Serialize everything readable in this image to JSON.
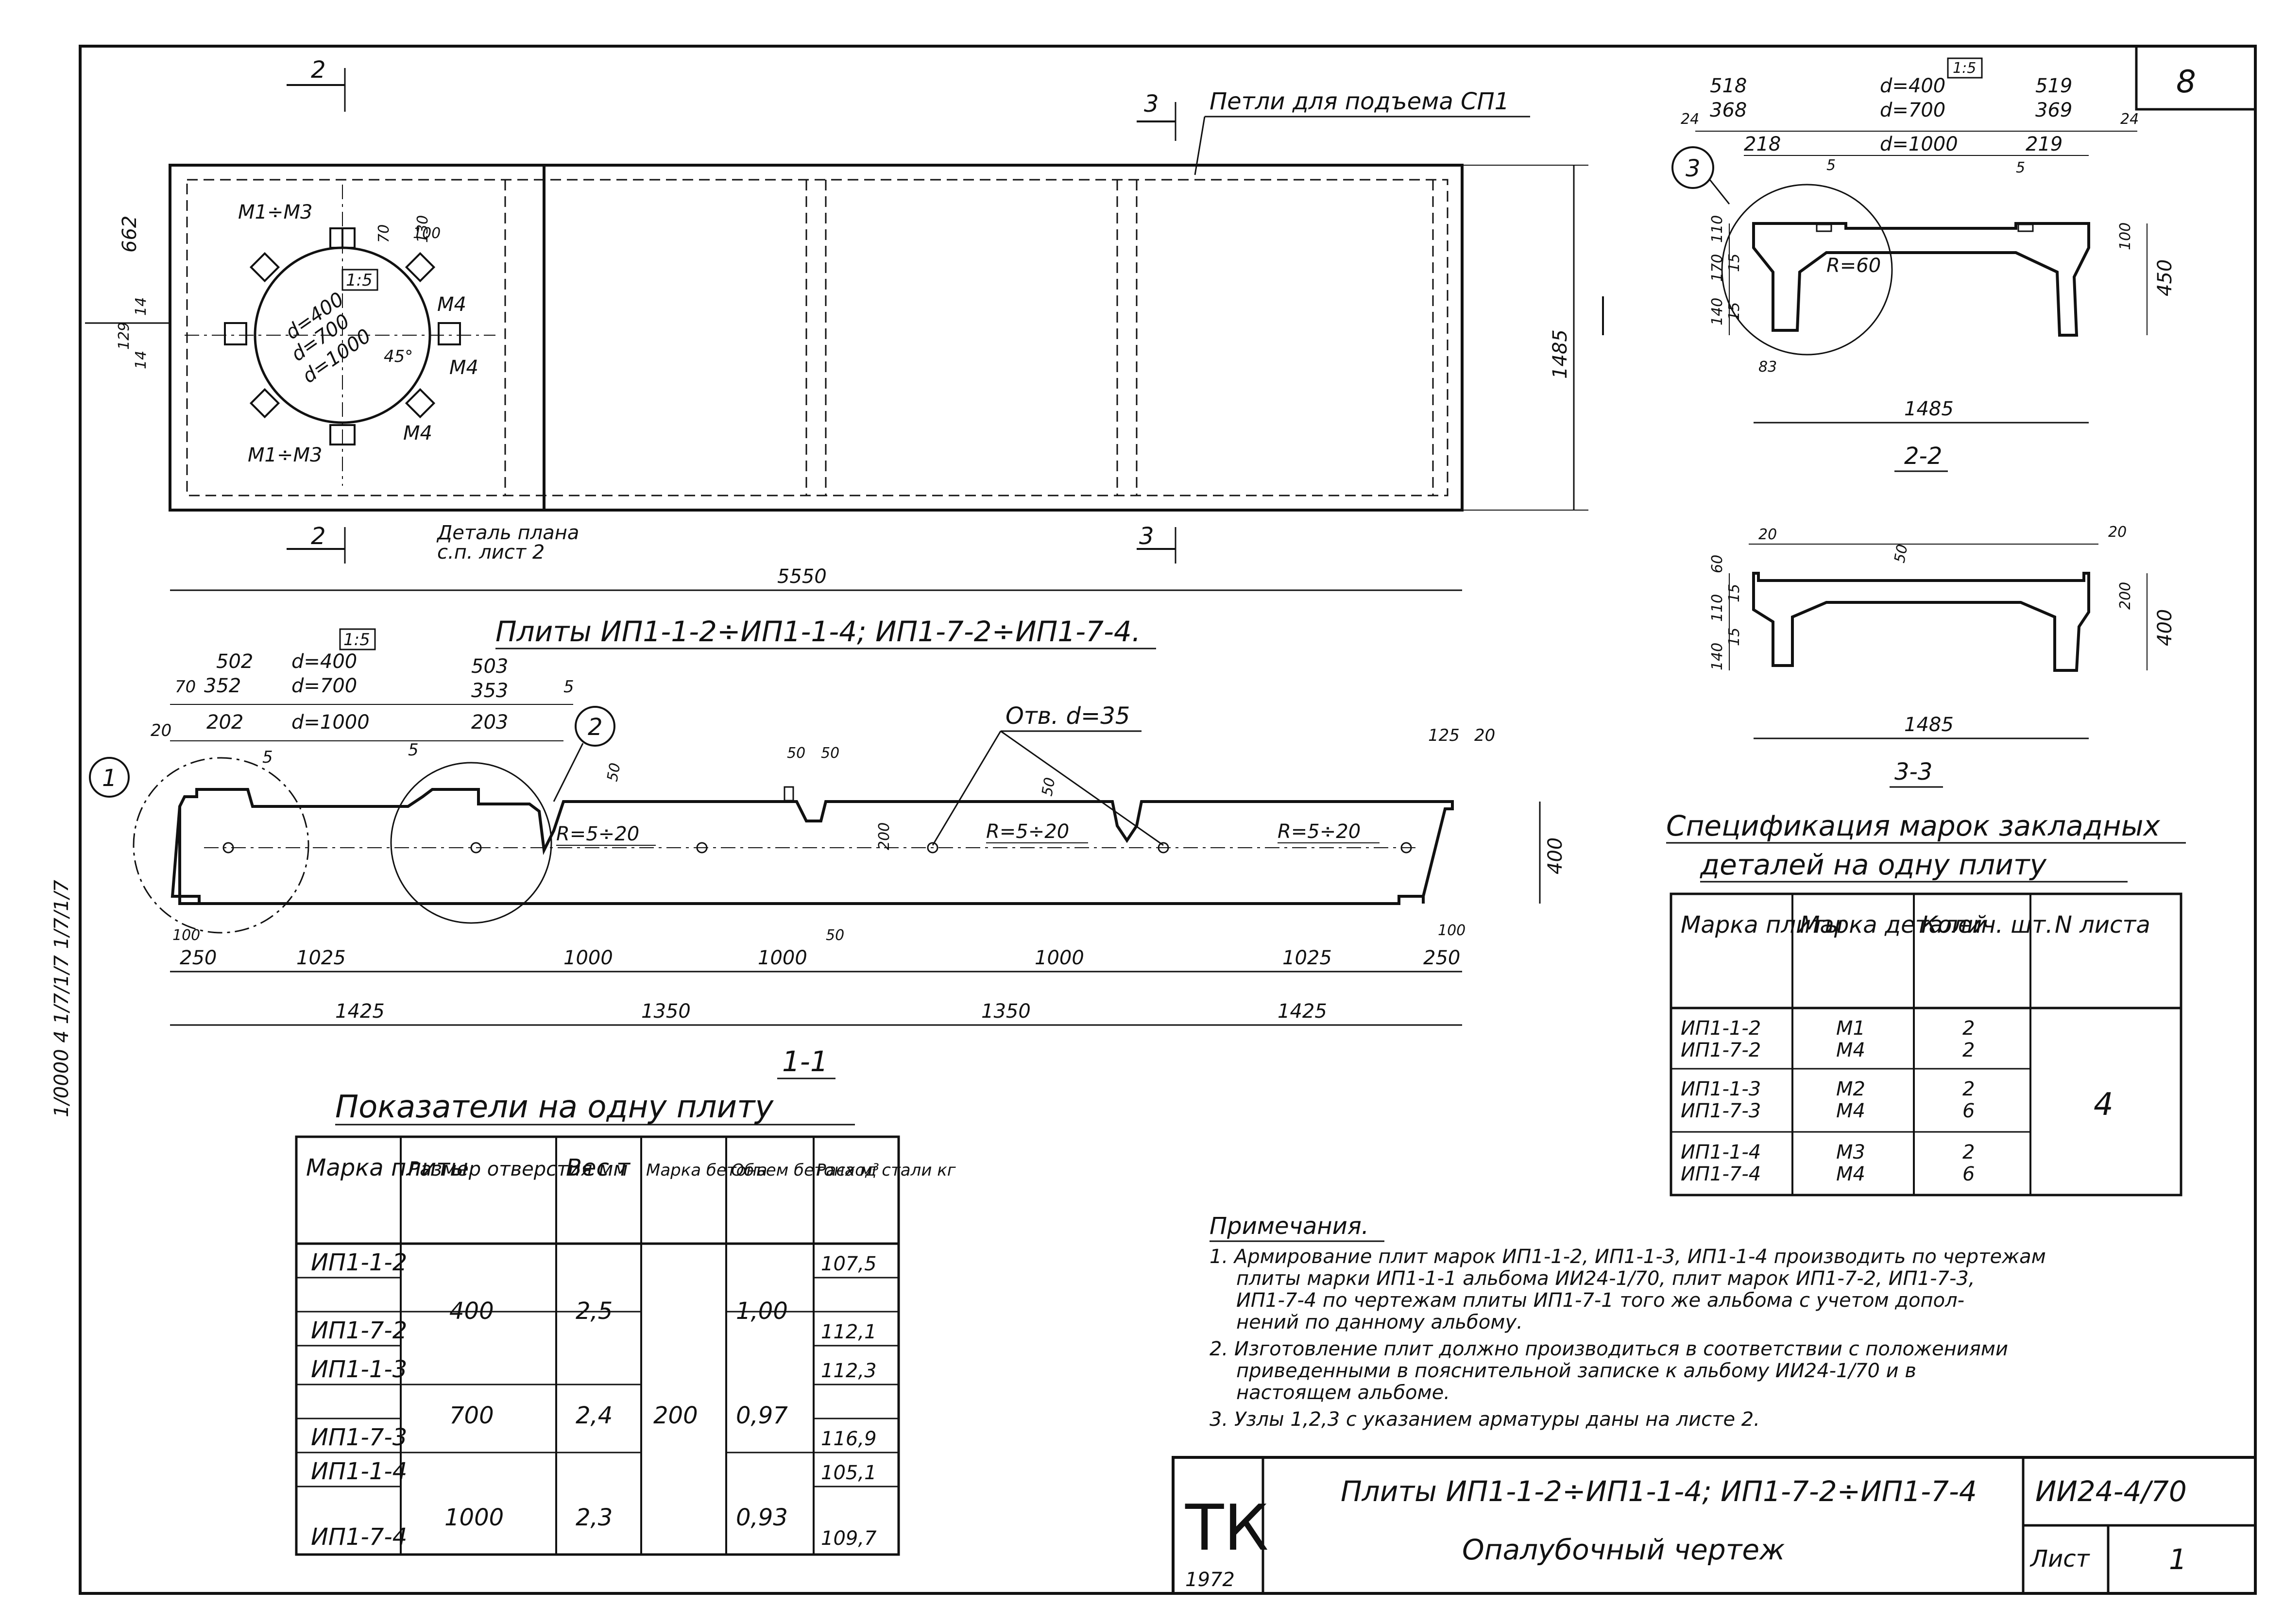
{
  "frame": {
    "sheet_number": "8",
    "left_margin_text": "1/0000 4 1/7/1/7 1/7/1/7"
  },
  "plan": {
    "section_marks": [
      "2",
      "2",
      "3",
      "3"
    ],
    "lifting_loops_label": "Петли для подъема СП1",
    "marks": {
      "top": "М1÷М3",
      "bottom": "М1÷М3",
      "m4_a": "М4",
      "m4_b": "М4",
      "m4_c": "М4"
    },
    "circle_diams": [
      "d=400",
      "d=700",
      "d=1000"
    ],
    "scale_mark": "1:5",
    "angle": "45°",
    "dims": {
      "d100": "100",
      "d130": "130",
      "d70": "70",
      "d14a": "14",
      "d14b": "14",
      "d129": "129",
      "d662": "662",
      "d1485": "1485",
      "d5550": "5550"
    },
    "detail_note_1": "Деталь плана",
    "detail_note_2": "с.п. лист 2",
    "title": "Плиты ИП1-1-2÷ИП1-1-4; ИП1-7-2÷ИП1-7-4."
  },
  "section_1_1": {
    "scale": "1:5",
    "left_top_dims": [
      "502",
      "352",
      "202"
    ],
    "left_diams": [
      "d=400",
      "d=700",
      "d=1000"
    ],
    "mid_top_dims": [
      "503",
      "353",
      "203"
    ],
    "d70": "70",
    "d20a": "20",
    "d5a": "5",
    "d5b": "5",
    "d5c": "5",
    "hole_label": "Отв. d=35",
    "d50a": "50",
    "d50b": "50",
    "d50c": "50",
    "d50d": "50",
    "d200": "200",
    "d125": "125",
    "d20b": "20",
    "d400": "400",
    "d100a": "100",
    "d100b": "100",
    "radius_labels": [
      "R=5÷20",
      "R=5÷20",
      "R=5÷20"
    ],
    "callouts": [
      "1",
      "2"
    ],
    "dim_row1": [
      "250",
      "1025",
      "1000",
      "1000",
      "1000",
      "1025",
      "250"
    ],
    "dim_row2": [
      "1425",
      "1350",
      "1350",
      "1425"
    ],
    "title": "1-1"
  },
  "section_2_2": {
    "scale": "1:5",
    "top_left": [
      "518",
      "368",
      "218"
    ],
    "top_mid": [
      "d=400",
      "d=700",
      "d=1000"
    ],
    "top_right": [
      "519",
      "369",
      "219"
    ],
    "d24a": "24",
    "d24b": "24",
    "d5a": "5",
    "d5b": "5",
    "callout": "3",
    "radius": "R=60",
    "left_v": [
      "110",
      "170",
      "15",
      "140",
      "15"
    ],
    "d83": "83",
    "d100": "100",
    "d450": "450",
    "d1485": "1485",
    "title": "2-2"
  },
  "section_3_3": {
    "d20a": "20",
    "d50": "50",
    "d20b": "20",
    "left_v": [
      "60",
      "110",
      "15",
      "140",
      "15"
    ],
    "d200": "200",
    "d400": "400",
    "d1485": "1485",
    "title": "3-3"
  },
  "spec_table": {
    "title_1": "Спецификация марок закладных",
    "title_2": "деталей на одну плиту",
    "headers": [
      "Марка плиты",
      "Марка деталей",
      "Колич. шт.",
      "N листа"
    ],
    "rows": [
      [
        "ИП1-1-2",
        "М1",
        "2"
      ],
      [
        "ИП1-7-2",
        "М4",
        "2"
      ],
      [
        "ИП1-1-3",
        "М2",
        "2"
      ],
      [
        "ИП1-7-3",
        "М4",
        "6"
      ],
      [
        "ИП1-1-4",
        "М3",
        "2"
      ],
      [
        "ИП1-7-4",
        "М4",
        "6"
      ]
    ],
    "sheet_no": "4"
  },
  "indicators": {
    "title": "Показатели на одну плиту",
    "headers": [
      "Марка плиты",
      "Размер отверстия мм",
      "Вес т",
      "Марка бетона",
      "Объем бетона м³",
      "Расход стали кг"
    ],
    "marks": [
      "ИП1-1-2",
      "ИП1-7-2",
      "ИП1-1-3",
      "ИП1-7-3",
      "ИП1-1-4",
      "ИП1-7-4"
    ],
    "sizes": [
      "400",
      "700",
      "1000"
    ],
    "weights": [
      "2,5",
      "2,4",
      "2,3"
    ],
    "concrete": "200",
    "volumes": [
      "1,00",
      "0,97",
      "0,93"
    ],
    "steel": [
      "107,5",
      "112,1",
      "112,3",
      "116,9",
      "105,1",
      "109,7"
    ]
  },
  "notes": {
    "title": "Примечания.",
    "lines": [
      "1. Армирование плит марок ИП1-1-2, ИП1-1-3, ИП1-1-4 производить по чертежам",
      "плиты марки ИП1-1-1 альбома ИИ24-1/70, плит марок ИП1-7-2, ИП1-7-3,",
      "ИП1-7-4 по чертежам плиты ИП1-7-1 того же альбома с учетом допол-",
      "нений по данному альбому.",
      "2. Изготовление плит должно производиться в соответствии с положениями",
      "приведенными в пояснительной записке к альбому ИИ24-1/70 и в",
      "настоящем альбоме.",
      "3. Узлы 1,2,3 с указанием арматуры даны на листе 2."
    ]
  },
  "title_block": {
    "logo": "ТК",
    "year": "1972",
    "title_1": "Плиты ИП1-1-2÷ИП1-1-4; ИП1-7-2÷ИП1-7-4",
    "title_2": "Опалубочный чертеж",
    "album": "ИИ24-4/70",
    "sheet_label": "Лист",
    "sheet_value": "1"
  }
}
